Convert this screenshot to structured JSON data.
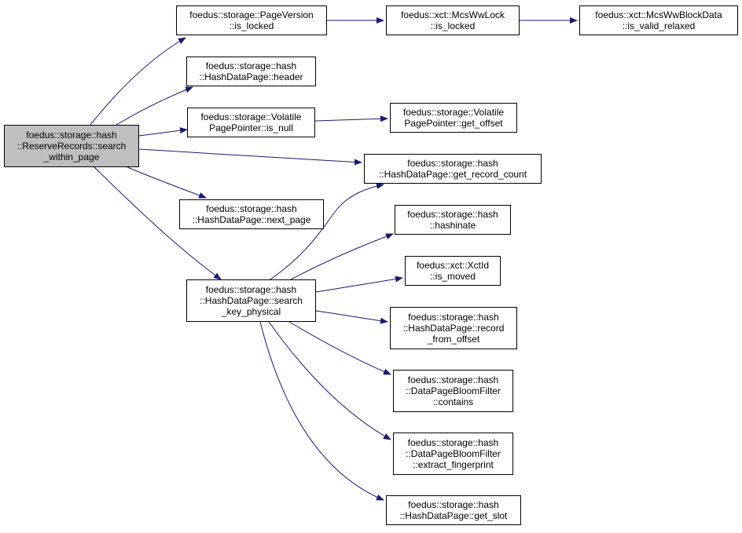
{
  "colors": {
    "edge": "#191970",
    "root_fill": "#bfbfbf",
    "node_fill": "#ffffff",
    "border": "#000000"
  },
  "nodes": [
    {
      "id": "root",
      "lines": [
        "foedus::storage::hash",
        "::ReserveRecords::search",
        "_within_page"
      ]
    },
    {
      "id": "pageversion_is_locked",
      "lines": [
        "foedus::storage::PageVersion",
        "::is_locked"
      ]
    },
    {
      "id": "mcswwlock_is_locked",
      "lines": [
        "foedus::xct::McsWwLock",
        "::is_locked"
      ]
    },
    {
      "id": "mcswwblockdata_is_valid_relaxed",
      "lines": [
        "foedus::xct::McsWwBlockData",
        "::is_valid_relaxed"
      ]
    },
    {
      "id": "hashdatapage_header",
      "lines": [
        "foedus::storage::hash",
        "::HashDataPage::header"
      ]
    },
    {
      "id": "volatilepagepointer_is_null",
      "lines": [
        "foedus::storage::Volatile",
        "PagePointer::is_null"
      ]
    },
    {
      "id": "volatilepagepointer_get_offset",
      "lines": [
        "foedus::storage::Volatile",
        "PagePointer::get_offset"
      ]
    },
    {
      "id": "hashdatapage_get_record_count",
      "lines": [
        "foedus::storage::hash",
        "::HashDataPage::get_record_count"
      ]
    },
    {
      "id": "hashdatapage_next_page",
      "lines": [
        "foedus::storage::hash",
        "::HashDataPage::next_page"
      ]
    },
    {
      "id": "hashinate",
      "lines": [
        "foedus::storage::hash",
        "::hashinate"
      ]
    },
    {
      "id": "xctid_is_moved",
      "lines": [
        "foedus::xct::XctId",
        "::is_moved"
      ]
    },
    {
      "id": "hashdatapage_search_key_physical",
      "lines": [
        "foedus::storage::hash",
        "::HashDataPage::search",
        "_key_physical"
      ]
    },
    {
      "id": "hashdatapage_record_from_offset",
      "lines": [
        "foedus::storage::hash",
        "::HashDataPage::record",
        "_from_offset"
      ]
    },
    {
      "id": "datapagebloomfilter_contains",
      "lines": [
        "foedus::storage::hash",
        "::DataPageBloomFilter",
        "::contains"
      ]
    },
    {
      "id": "datapagebloomfilter_extract_fingerprint",
      "lines": [
        "foedus::storage::hash",
        "::DataPageBloomFilter",
        "::extract_fingerprint"
      ]
    },
    {
      "id": "hashdatapage_get_slot",
      "lines": [
        "foedus::storage::hash",
        "::HashDataPage::get_slot"
      ]
    }
  ],
  "edges": [
    {
      "from": "root",
      "to": "pageversion_is_locked"
    },
    {
      "from": "root",
      "to": "hashdatapage_header"
    },
    {
      "from": "root",
      "to": "volatilepagepointer_is_null"
    },
    {
      "from": "root",
      "to": "hashdatapage_get_record_count"
    },
    {
      "from": "root",
      "to": "hashdatapage_next_page"
    },
    {
      "from": "root",
      "to": "hashdatapage_search_key_physical"
    },
    {
      "from": "pageversion_is_locked",
      "to": "mcswwlock_is_locked"
    },
    {
      "from": "mcswwlock_is_locked",
      "to": "mcswwblockdata_is_valid_relaxed"
    },
    {
      "from": "volatilepagepointer_is_null",
      "to": "volatilepagepointer_get_offset"
    },
    {
      "from": "hashdatapage_search_key_physical",
      "to": "hashdatapage_get_record_count"
    },
    {
      "from": "hashdatapage_search_key_physical",
      "to": "hashinate"
    },
    {
      "from": "hashdatapage_search_key_physical",
      "to": "xctid_is_moved"
    },
    {
      "from": "hashdatapage_search_key_physical",
      "to": "hashdatapage_record_from_offset"
    },
    {
      "from": "hashdatapage_search_key_physical",
      "to": "datapagebloomfilter_contains"
    },
    {
      "from": "hashdatapage_search_key_physical",
      "to": "datapagebloomfilter_extract_fingerprint"
    },
    {
      "from": "hashdatapage_search_key_physical",
      "to": "hashdatapage_get_slot"
    }
  ]
}
